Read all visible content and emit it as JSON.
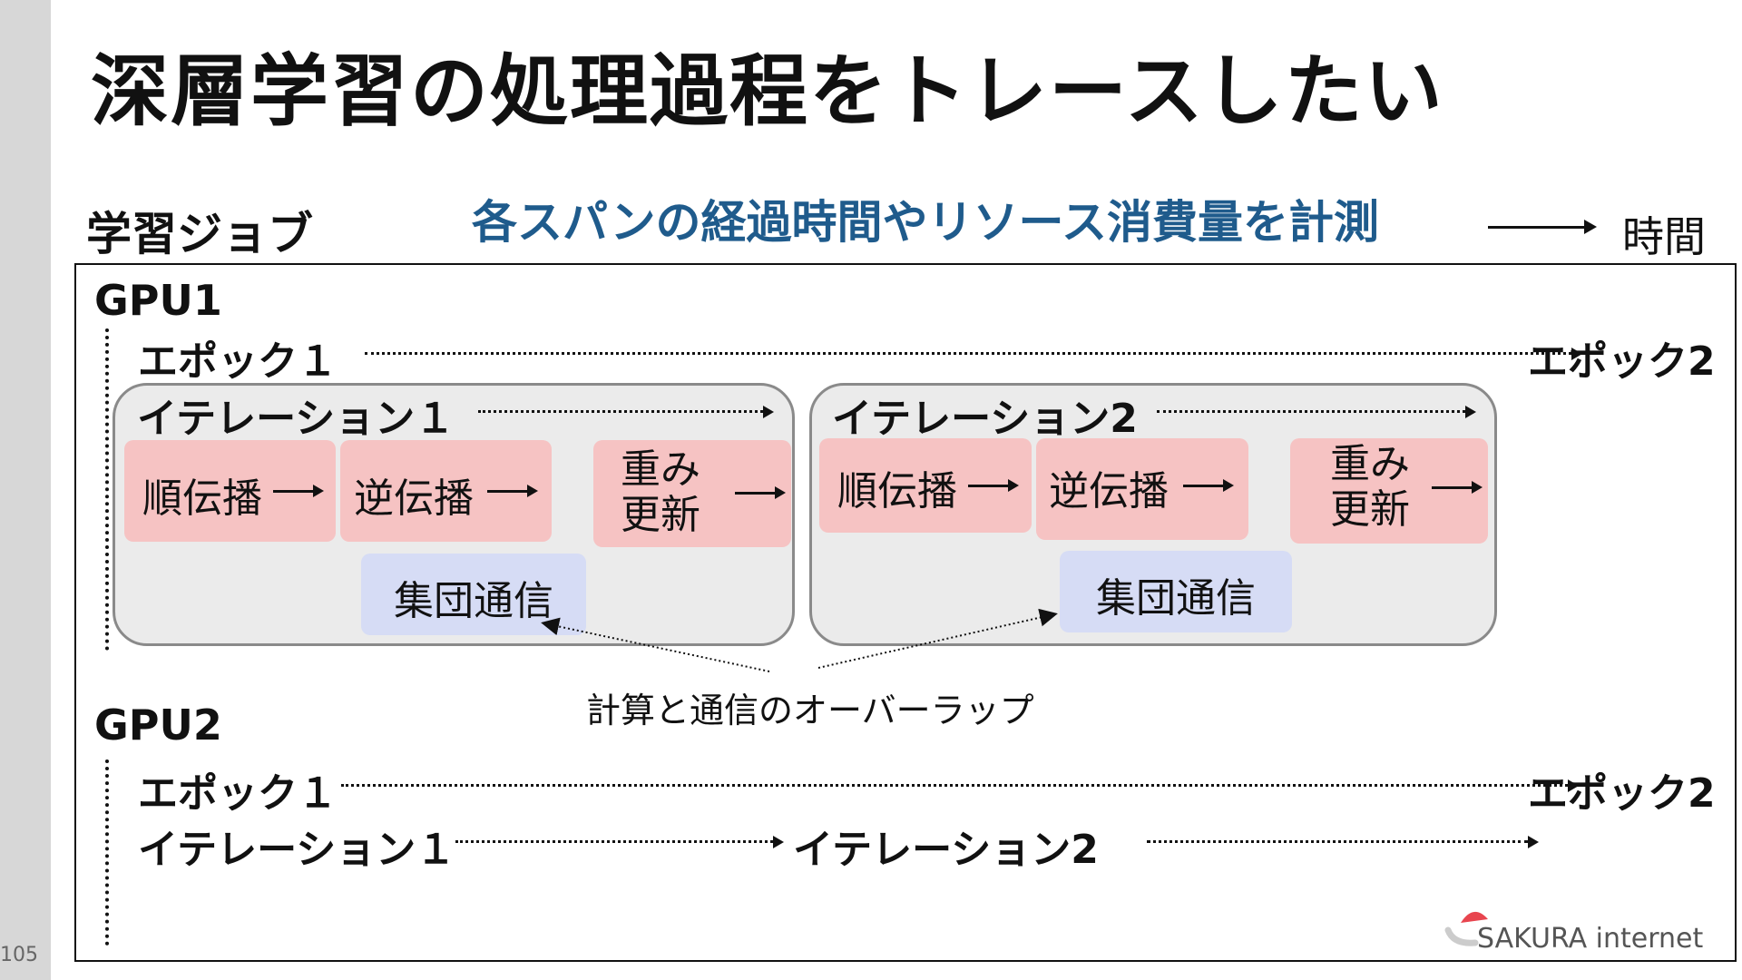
{
  "page_number": "105",
  "title": "深層学習の処理過程をトレースしたい",
  "job_label": "学習ジョブ",
  "subtitle": "各スパンの経過時間やリソース消費量を計測",
  "time_legend": "時間",
  "colors": {
    "subtitle": "#1f5b8c",
    "process_box": "#f6c3c3",
    "comm_box": "#d6dcf5",
    "iteration_box": "#ebebeb",
    "sidebar": "#d7d7d7",
    "logo_accent": "#e8454f"
  },
  "gpu1": {
    "label": "GPU1",
    "epoch1": "エポック１",
    "epoch2": "エポック2",
    "iterations": [
      {
        "label": "イテレーション１",
        "forward": "順伝播",
        "backward": "逆伝播",
        "update_line1": "重み",
        "update_line2": "更新",
        "comm": "集団通信"
      },
      {
        "label": "イテレーション2",
        "forward": "順伝播",
        "backward": "逆伝播",
        "update_line1": "重み",
        "update_line2": "更新",
        "comm": "集団通信"
      }
    ]
  },
  "overlap_annotation": "計算と通信のオーバーラップ",
  "gpu2": {
    "label": "GPU2",
    "epoch1": "エポック１",
    "epoch2": "エポック2",
    "iteration1": "イテレーション１",
    "iteration2": "イテレーション2"
  },
  "logo": {
    "text": "SAKURA internet",
    "icon": "sakura-logo-icon"
  }
}
